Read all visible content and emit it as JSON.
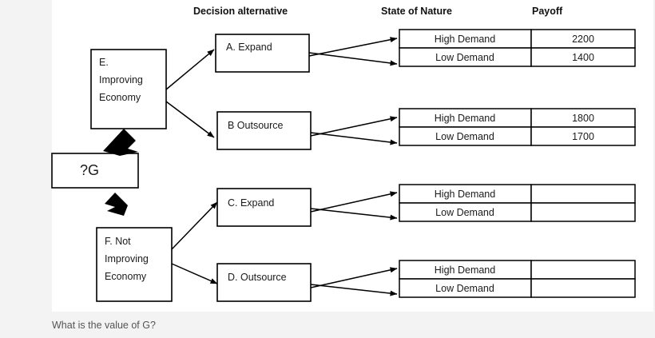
{
  "figure": {
    "background_color": "#f3f3f3",
    "canvas_color": "#ffffff",
    "caption": "What is the value of G?",
    "headers": {
      "decision": "Decision alternative",
      "state": "State of Nature",
      "payoff": "Payoff"
    },
    "root": {
      "label": "?G"
    },
    "economy_nodes": [
      {
        "id": "E",
        "lines": [
          "E.",
          "Improving",
          "Economy"
        ]
      },
      {
        "id": "F",
        "lines": [
          "F. Not",
          "Improving",
          "Economy"
        ]
      }
    ],
    "alternatives": [
      {
        "id": "A",
        "label": "A. Expand",
        "states": [
          {
            "name": "High Demand",
            "payoff": "2200"
          },
          {
            "name": "Low Demand",
            "payoff": "1400"
          }
        ]
      },
      {
        "id": "B",
        "label": "B Outsource",
        "states": [
          {
            "name": "High Demand",
            "payoff": "1800"
          },
          {
            "name": "Low Demand",
            "payoff": "1700"
          }
        ]
      },
      {
        "id": "C",
        "label": "C. Expand",
        "states": [
          {
            "name": "High Demand",
            "payoff": ""
          },
          {
            "name": "Low Demand",
            "payoff": ""
          }
        ]
      },
      {
        "id": "D",
        "label": "D. Outsource",
        "states": [
          {
            "name": "High Demand",
            "payoff": ""
          },
          {
            "name": "Low Demand",
            "payoff": ""
          }
        ]
      }
    ]
  }
}
